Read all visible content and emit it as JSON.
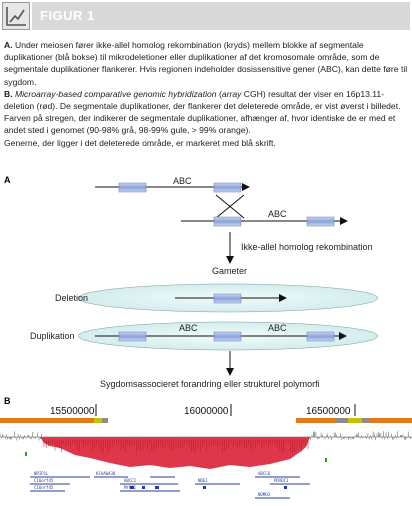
{
  "figure": {
    "title": "FIGUR 1"
  },
  "caption": {
    "a_label": "A.",
    "a_text": "Under meiosen fører ikke-allel homolog rekombination (kryds) mellem blokke af segmentale duplikationer (blå bokse) til mikrodeletioner eller duplikationer af det kromosomale område, som de segmentale duplikationer flankerer. Hvis regionen indeholder dosissensitive gener (ABC), kan dette føre til sygdom.",
    "b_label": "B.",
    "b_italic": "Microarray-based comparative genomic hybridization",
    "b_text_1": " (",
    "b_italic_2": "array",
    "b_text_2": " CGH) resultat der viser en 16p13.11-deletion (rød). De segmentale duplikationer, der flankerer det deleterede område, er vist øverst i billedet. Farven på stregen, der indikerer de segmentale duplikationer, afhænger af, hvor identiske de er med et andet sted i genomet (90-98% grå, 98-99% gule, > 99% orange).",
    "b_text_3": "Generne, der ligger i det deleterede område, er markeret med blå skrift."
  },
  "panel_a": {
    "label": "A",
    "gene_label": "ABC",
    "arrow_text": "Ikke-allel homolog rekombination",
    "gameter": "Gameter",
    "deletion": "Deletion",
    "duplication": "Duplikation",
    "outcome": "Sygdomsassocieret forandring eller strukturel polymorfi"
  },
  "panel_b": {
    "label": "B",
    "positions": [
      "15500000",
      "16000000",
      "16500000"
    ],
    "genes": [
      {
        "name": "NPIP1L"
      },
      {
        "name": "KIAA0430"
      },
      {
        "name": "ABCC6"
      },
      {
        "name": "C16orf45"
      },
      {
        "name": "ABCC1"
      },
      {
        "name": "NDE1"
      },
      {
        "name": "PDXDC1"
      },
      {
        "name": "C16orf45"
      },
      {
        "name": "MYH11"
      },
      {
        "name": "NOMO3"
      }
    ],
    "colors": {
      "deletion": "#e0364a",
      "segdup_orange": "#e07a1a",
      "segdup_yellow": "#c8c000",
      "segdup_gray": "#8c8c8c",
      "gene": "#2a3a9a",
      "box": "#9ab0dd"
    }
  }
}
